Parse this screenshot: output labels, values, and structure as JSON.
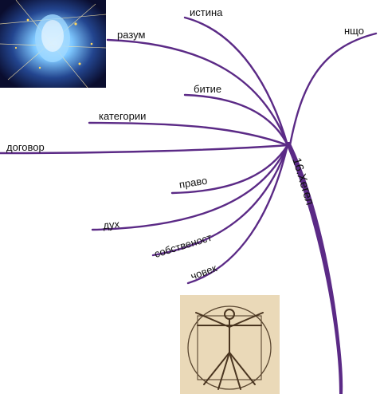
{
  "central_topic": "16.Хегел",
  "branches": [
    {
      "id": "istina",
      "label": "истина"
    },
    {
      "id": "razum",
      "label": "разум"
    },
    {
      "id": "bitie",
      "label": "битие"
    },
    {
      "id": "kategorii",
      "label": "категории"
    },
    {
      "id": "dogovor",
      "label": "договор"
    },
    {
      "id": "pravo",
      "label": "право"
    },
    {
      "id": "duh",
      "label": "дух"
    },
    {
      "id": "sobstvenost",
      "label": "собственост"
    },
    {
      "id": "chovek",
      "label": "човек"
    },
    {
      "id": "nishto",
      "label": "нщо"
    }
  ],
  "colors": {
    "branch": "#5b2a86",
    "text": "#111111"
  },
  "images": [
    {
      "id": "digital-head",
      "kind": "glowing digital human head"
    },
    {
      "id": "vitruvian-man",
      "kind": "Vitruvian Man drawing"
    }
  ]
}
